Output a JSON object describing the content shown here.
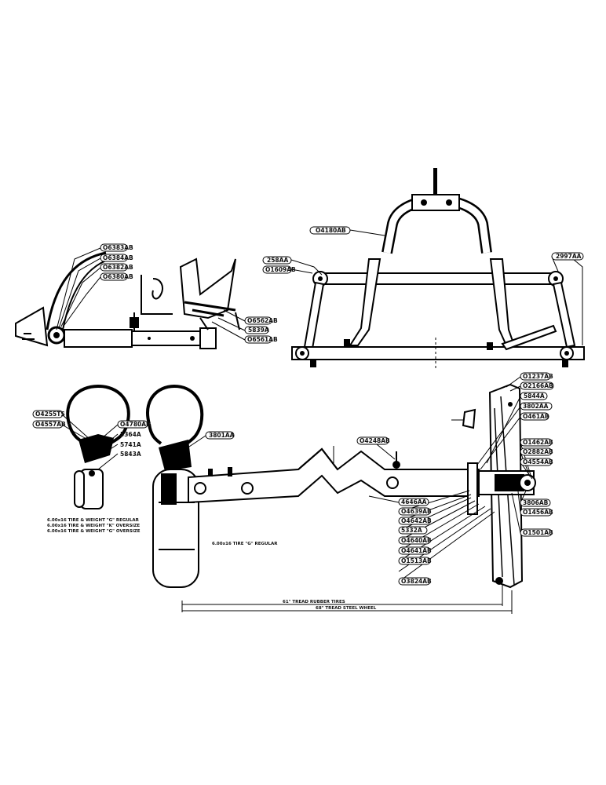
{
  "callouts": {
    "c1": "O6383AB",
    "c2": "O6384AB",
    "c3": "O6382AB",
    "c4": "O6380AB",
    "c5": "O6562AB",
    "c6": "5839A",
    "c7": "O6561AB",
    "c8": "O4180AB",
    "c9": "258AA",
    "c10": "O1609AB",
    "c11": "2997AA",
    "c12": "O1237AB",
    "c13": "O2166AB",
    "c14": "5844A",
    "c15": "3802AA",
    "c16": "O461AB",
    "c17": "O4255TS",
    "c18": "O4557AB",
    "c19": "O4780AB",
    "c20": "5364A",
    "c21": "5741A",
    "c22": "5843A",
    "c23": "3801AA",
    "c24": "O4248AB",
    "c25": "O1462AB",
    "c26": "O2882AB",
    "c27": "O4554AB",
    "c28": "4646AA",
    "c29": "O4639AB",
    "c30": "O4642AB",
    "c31": "5332A",
    "c32": "O4640AB",
    "c33": "O4641AB",
    "c34": "O1513AB",
    "c35": "O3824AB",
    "c36": "3806AB",
    "c37": "O1456AB",
    "c38": "O1501AB"
  },
  "notes": {
    "tire1": "6.00x16 TIRE & WEIGHT \"G\" REGULAR",
    "tire2": "6.00x16 TIRE & WEIGHT \"K\" OVERSIZE",
    "tire3": "6.00x16 TIRE & WEIGHT \"G\" OVERSIZE",
    "tire4": "6.00x16 TIRE \"G\" REGULAR",
    "dim1": "61\" TREAD RUBBER TIRES",
    "dim2": "68\" TREAD STEEL WHEEL"
  }
}
